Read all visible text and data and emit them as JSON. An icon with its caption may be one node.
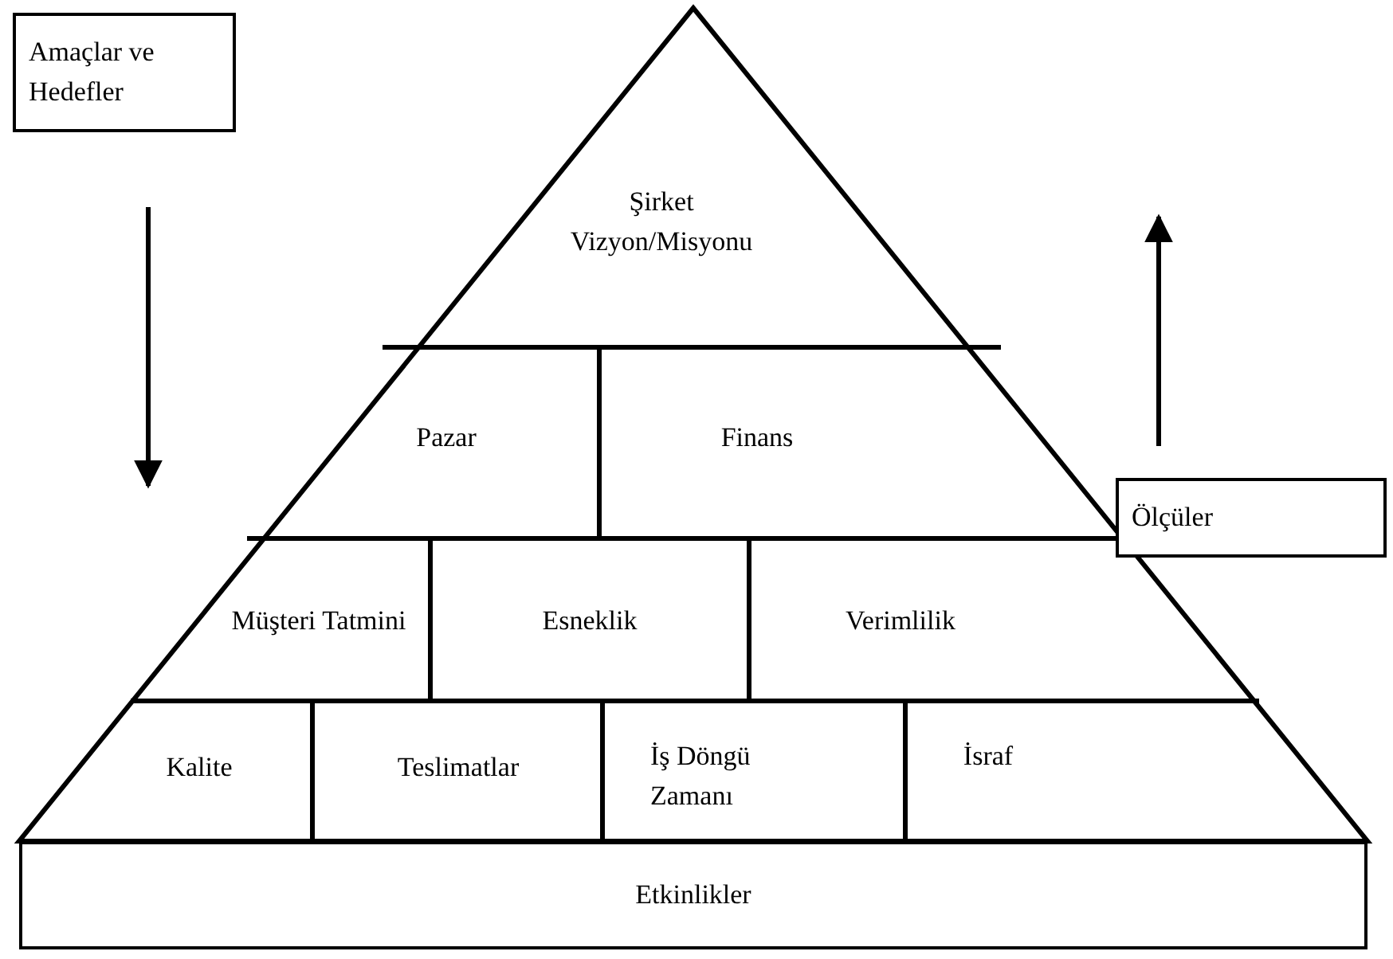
{
  "diagram": {
    "nodes": [
      {
        "text": [
          "Amaçlar ve Hedefler"
        ]
      },
      {
        "text": [
          "Şirket Vizyon/Misyonu"
        ]
      },
      {
        "text": [
          "Pazar"
        ]
      },
      {
        "text": [
          "Finans"
        ]
      },
      {
        "text": [
          "Ölçüler"
        ]
      },
      {
        "text": [
          "Müşteri Tatmini"
        ]
      },
      {
        "text": [
          "Esneklik"
        ]
      },
      {
        "text": [
          "Verimlilik"
        ]
      },
      {
        "text": [
          "Kalite"
        ]
      },
      {
        "text": [
          "Teslimatlar"
        ]
      },
      {
        "text": [
          "İş Döngü Zamanı"
        ]
      },
      {
        "text": [
          "İsraf"
        ]
      },
      {
        "text": [
          "Etkinlikler"
        ]
      }
    ],
    "edges": []
  }
}
